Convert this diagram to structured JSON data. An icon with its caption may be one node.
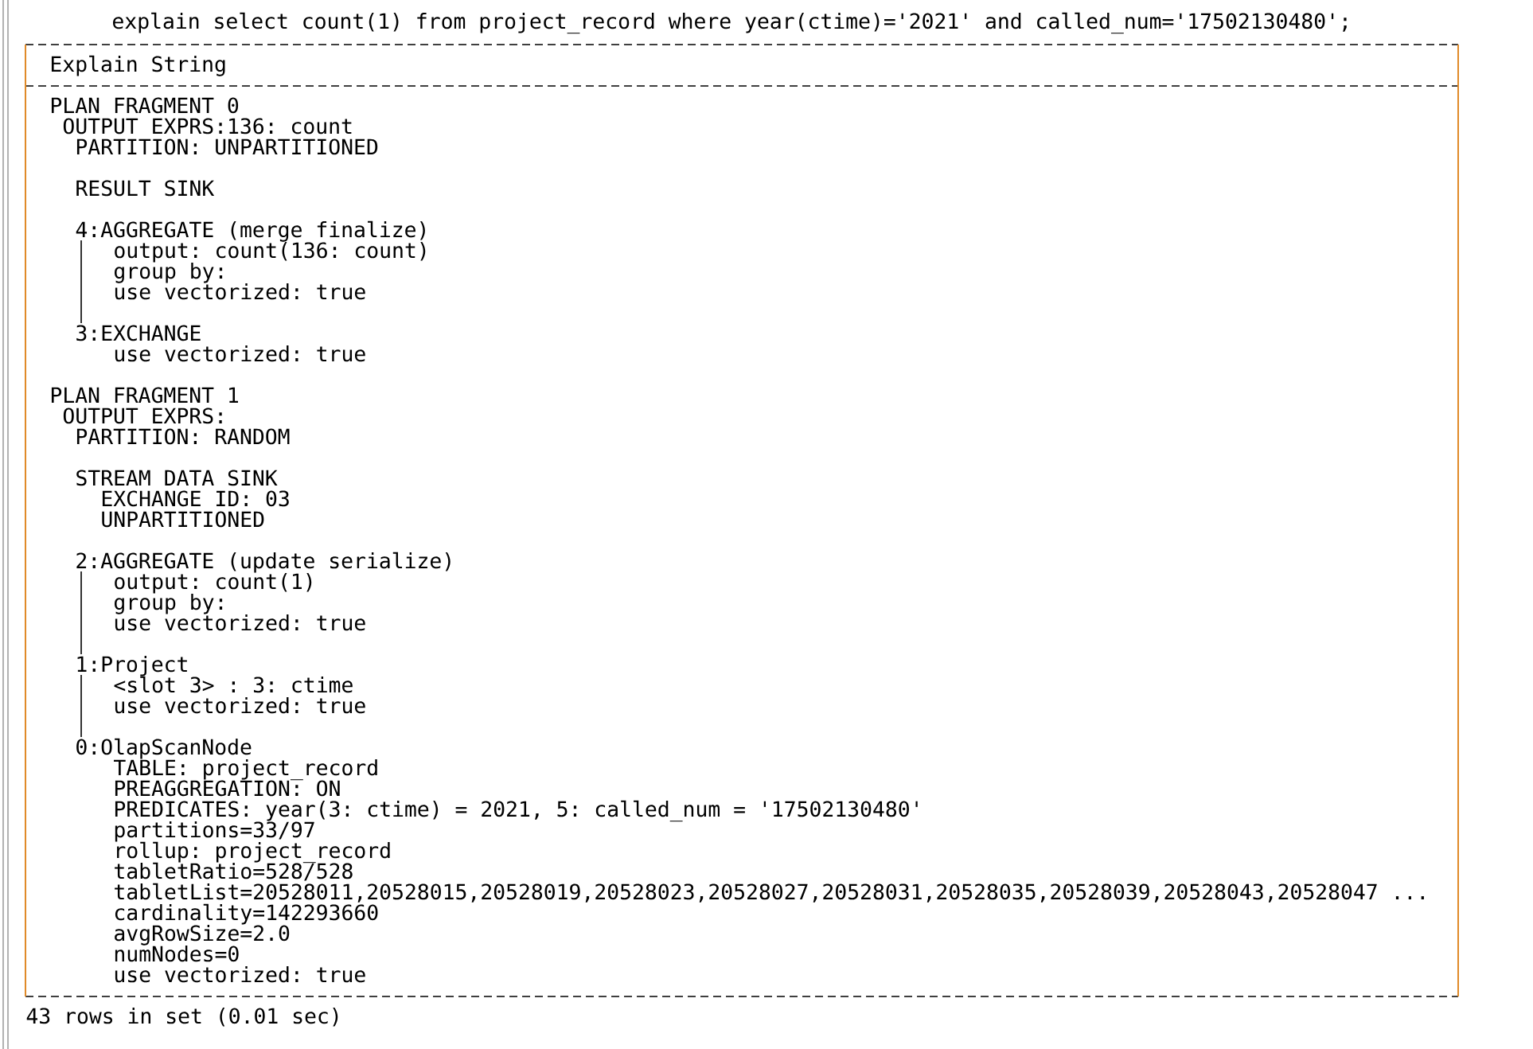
{
  "diagram": {
    "labels": [
      "explain select count(1) from project_record where year(ctime)='2021' and called_num='17502130480';",
      "Explain String",
      "PLAN FRAGMENT 0",
      "OUTPUT EXPRS:136: count",
      "PARTITION: UNPARTITIONED",
      "RESULT SINK",
      "4:AGGREGATE (merge finalize)",
      "output: count(136: count)",
      "group by:",
      "use vectorized: true",
      "3:EXCHANGE",
      "use vectorized: true",
      "PLAN FRAGMENT 1",
      "OUTPUT EXPRS:",
      "PARTITION: RANDOM",
      "STREAM DATA SINK",
      "EXCHANGE ID: 03",
      "UNPARTITIONED",
      "2:AGGREGATE (update serialize)",
      "output: count(1)",
      "group by:",
      "use vectorized: true",
      "1:Project",
      "<slot 3> : 3: ctime",
      "use vectorized: true",
      "0:OlapScanNode",
      "TABLE: project_record",
      "PREAGGREGATION: ON",
      "PREDICATES: year(3: ctime) = 2021, 5: called_num = '17502130480'",
      "partitions=33/97",
      "rollup: project_record",
      "tabletRatio=528/528",
      "tabletList=20528011,20528015,20528019,20528023,20528027,20528031,20528035,20528039,20528043,20528047 ...",
      "cardinality=142293660",
      "avgRowSize=2.0",
      "numNodes=0",
      "use vectorized: true",
      "43 rows in set (0.01 sec)"
    ]
  }
}
